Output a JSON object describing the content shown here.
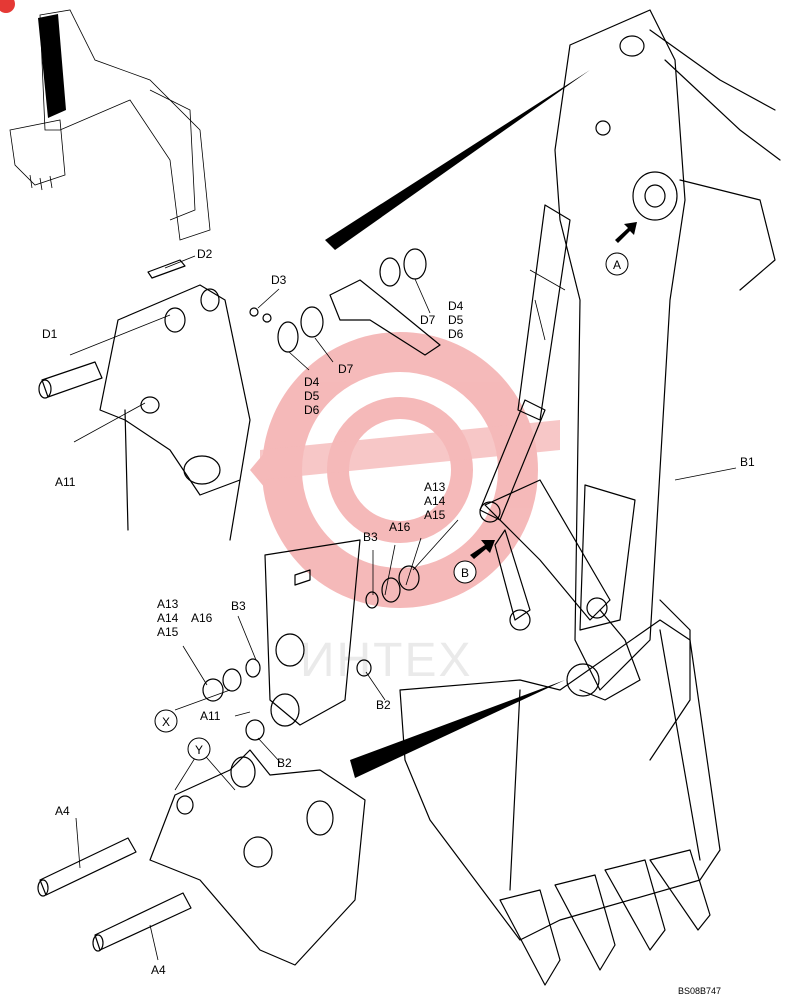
{
  "drawing_code": "BS08B747",
  "watermark": "ИНТЕХ",
  "colors": {
    "watermark": "#f2a3a3",
    "ink": "#000000",
    "badge": "#e53935"
  },
  "views": {
    "a": "A",
    "b": "B",
    "x": "X",
    "y": "Y"
  },
  "labels": {
    "d1": "D1",
    "d2": "D2",
    "d3": "D3",
    "d4a": "D4",
    "d5a": "D5",
    "d6a": "D6",
    "d7a": "D7",
    "d4b": "D4",
    "d5b": "D5",
    "d6b": "D6",
    "d7b": "D7",
    "a11a": "A11",
    "a11b": "A11",
    "b1": "B1",
    "a13a": "A13",
    "a14a": "A14",
    "a15a": "A15",
    "a16a": "A16",
    "b3a": "B3",
    "a13b": "A13",
    "a14b": "A14",
    "a15b": "A15",
    "a16b": "A16",
    "b3b": "B3",
    "b2a": "B2",
    "b2b": "B2",
    "a4a": "A4",
    "a4b": "A4"
  }
}
